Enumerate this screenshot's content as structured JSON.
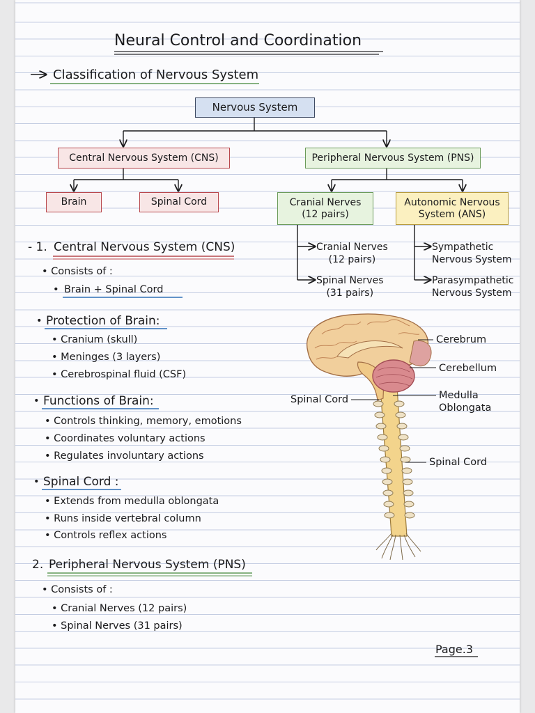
{
  "title": "Neural Control and Coordination",
  "classification_heading": "Classification of Nervous System",
  "tree": {
    "root": "Nervous System",
    "cns": "Central Nervous System (CNS)",
    "pns": "Peripheral Nervous System (PNS)",
    "brain": "Brain",
    "spinal_cord": "Spinal Cord",
    "cranial": "Cranial Nerves\n(12 pairs)",
    "ans": "Autonomic Nervous\nSystem (ANS)",
    "pns_branch_1": "Cranial Nerves\n(12 pairs)",
    "pns_branch_2": "Spinal Nerves\n(31 pairs)",
    "ans_branch_1": "Sympathetic\nNervous System",
    "ans_branch_2": "Parasympathetic\nNervous System"
  },
  "section1": {
    "prefix": "- 1.",
    "heading": "Central Nervous System (CNS)",
    "consists": "• Consists of :",
    "consists_item": "Brain + Spinal Cord"
  },
  "protection": {
    "heading": "Protection of Brain:",
    "items": [
      "• Cranium (skull)",
      "• Meninges (3 layers)",
      "• Cerebrospinal fluid (CSF)"
    ]
  },
  "functions": {
    "heading": "Functions of Brain:",
    "items": [
      "• Controls thinking, memory, emotions",
      "• Coordinates voluntary actions",
      "• Regulates involuntary actions"
    ]
  },
  "spinal": {
    "heading": "Spinal Cord :",
    "items": [
      "• Extends from medulla oblongata",
      "• Runs inside vertebral column",
      "• Controls reflex actions"
    ]
  },
  "section2": {
    "prefix": "2.",
    "heading": "Peripheral Nervous System (PNS)",
    "consists": "• Consists of :",
    "items": [
      "• Cranial Nerves (12 pairs)",
      "• Spinal Nerves (31 pairs)"
    ]
  },
  "illustration": {
    "labels": {
      "cerebrum": "Cerebrum",
      "cerebellum": "Cerebellum",
      "medulla": "Medulla\nOblongata",
      "spinal_left": "Spinal Cord",
      "spinal_right": "Spinal Cord"
    }
  },
  "page_number": "Page.3",
  "colors": {
    "ink": "#1b1b1d",
    "cns_red": "#b8474c",
    "pns_green": "#6b9b5a",
    "root_blue": "#3e4a63",
    "ans_yellow": "#b69a3c",
    "underline_green": "#5f9a58",
    "underline_blue": "#2f6fb7",
    "brain_tan": "#f1cf9c",
    "cerebellum_pink": "#d98a8e"
  }
}
